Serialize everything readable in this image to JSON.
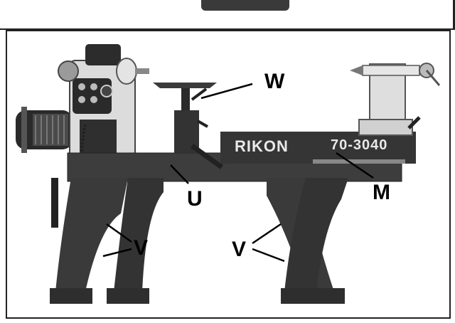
{
  "diagram": {
    "labels": {
      "w": "W",
      "u": "U",
      "m": "M",
      "v_left": "V",
      "v_right": "V"
    },
    "brand_name": "RIKON",
    "model_number": "70-3040"
  },
  "colors": {
    "frame": "#222222",
    "casting": "#3b3b3b",
    "headstock": "#d8d8d8",
    "background": "#ffffff"
  }
}
